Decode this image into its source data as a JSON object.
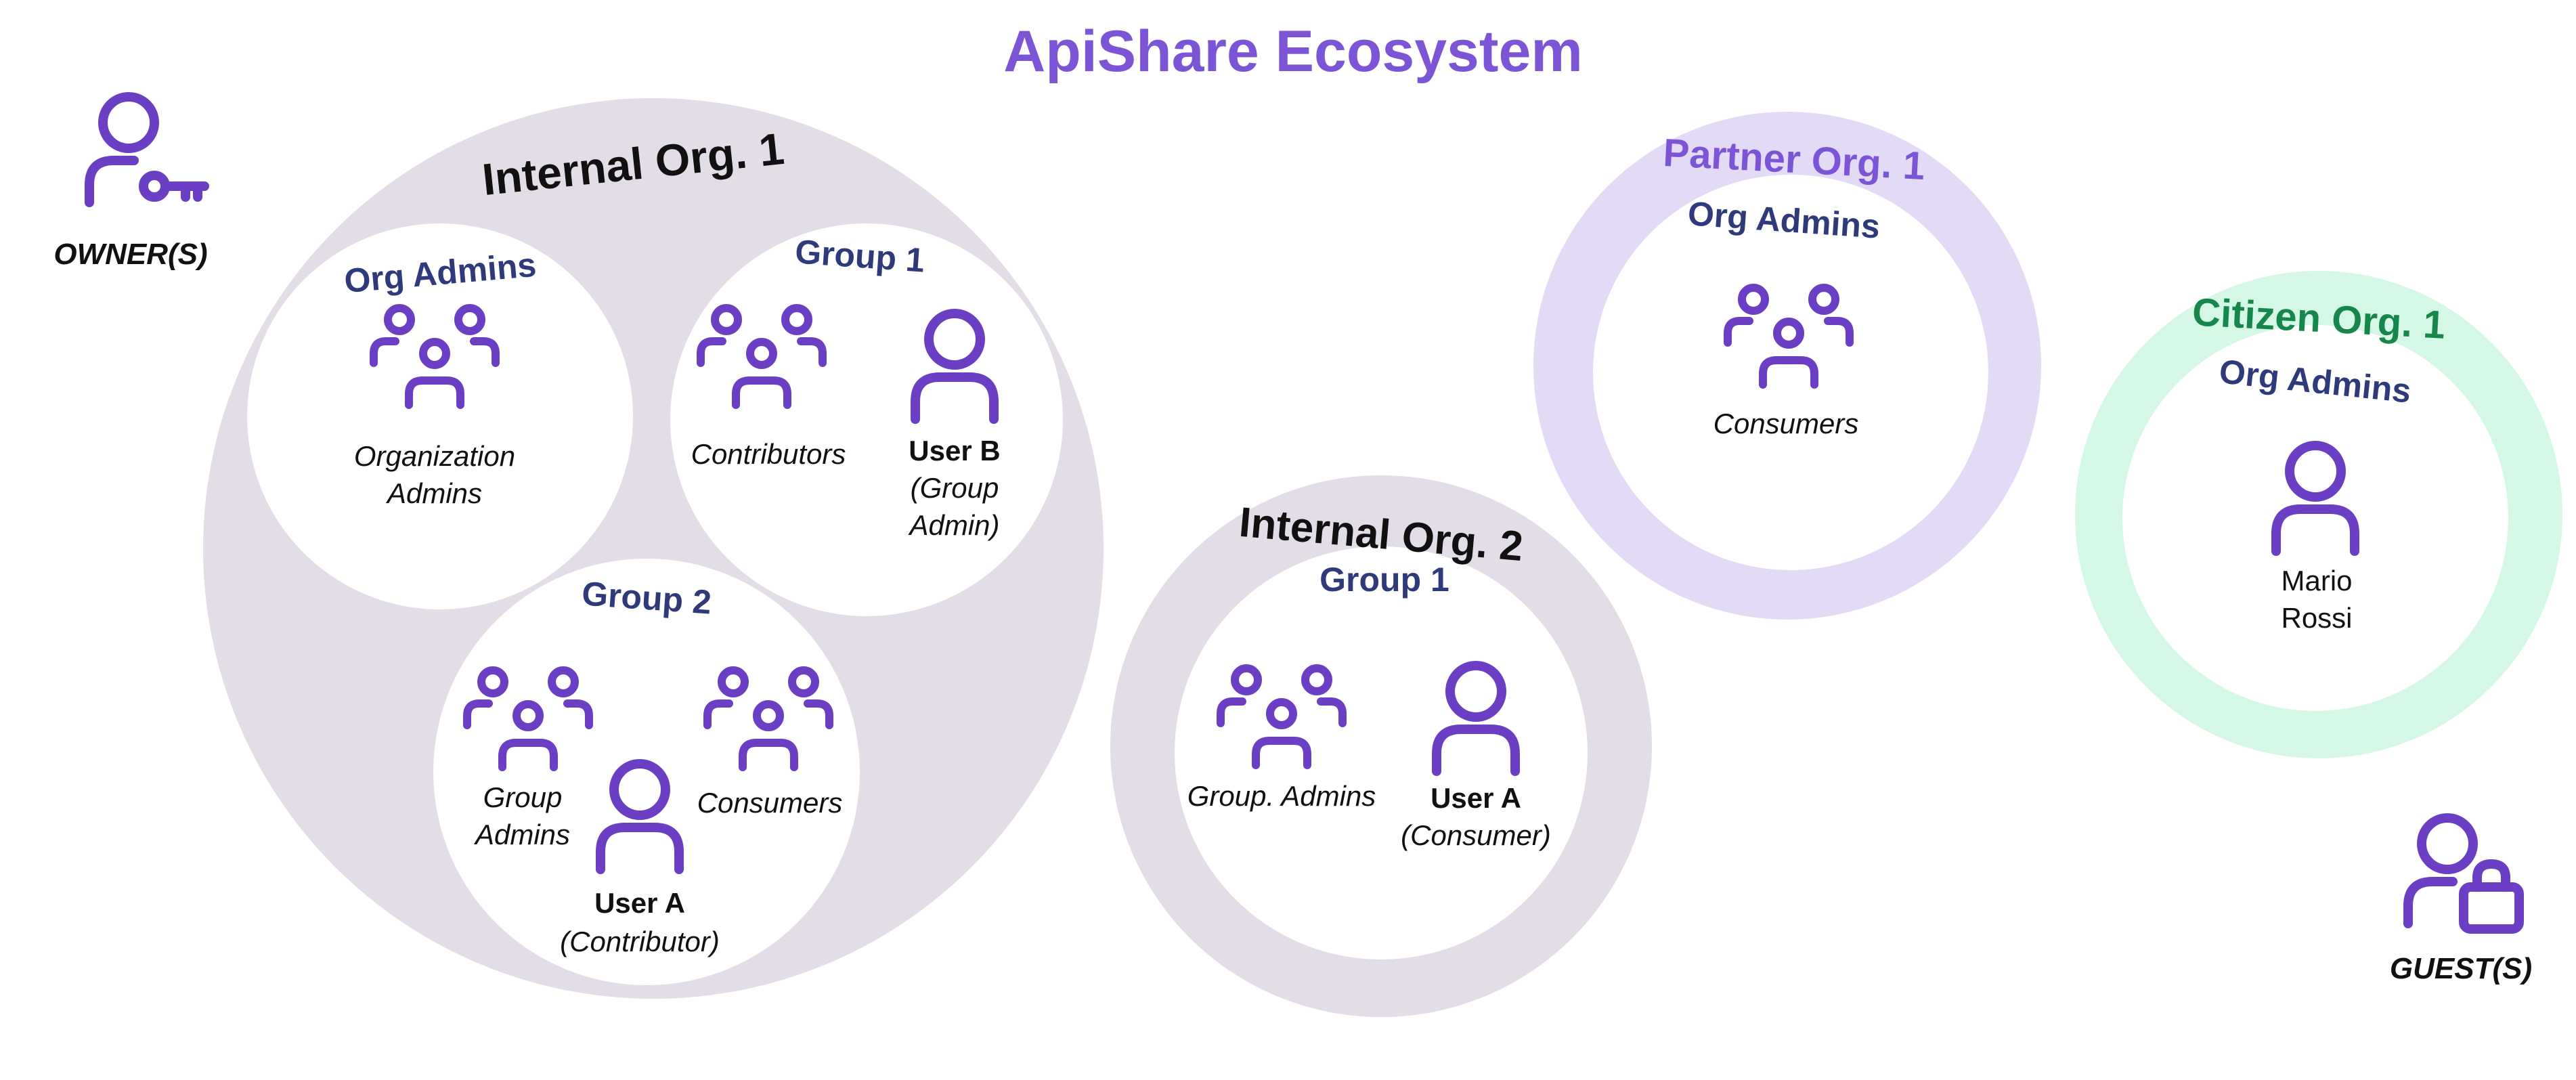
{
  "title": "ApiShare Ecosystem",
  "colors": {
    "accent": "#7b55d6",
    "icon": "#6a3fc4",
    "navy": "#2f3a7a",
    "green": "#17864a",
    "text": "#111111",
    "gray_ring": "#e2dde6",
    "lavender_ring": "#e3daf6",
    "mint_ring": "#d4f7e6"
  },
  "legend": {
    "owner_label": "OWNER(S)",
    "owner_icon": "person-key-icon",
    "guest_label": "GUEST(S)",
    "guest_icon": "person-lock-icon"
  },
  "internal_org_1": {
    "title": "Internal Org. 1",
    "org_admins": {
      "title": "Org Admins",
      "label_line1": "Organization",
      "label_line2": "Admins"
    },
    "group_1": {
      "title": "Group 1",
      "contributors": "Contributors",
      "user_name": "User B",
      "user_role_line1": "(Group",
      "user_role_line2": "Admin)"
    },
    "group_2": {
      "title": "Group 2",
      "group_admins_line1": "Group",
      "group_admins_line2": "Admins",
      "consumers": "Consumers",
      "user_name": "User A",
      "user_role": "(Contributor)"
    }
  },
  "internal_org_2": {
    "title": "Internal Org. 2",
    "group_1": {
      "title": "Group 1",
      "group_admins": "Group. Admins",
      "user_name": "User A",
      "user_role": "(Consumer)"
    }
  },
  "partner_org_1": {
    "title": "Partner Org. 1",
    "org_admins": {
      "title": "Org Admins",
      "consumers": "Consumers"
    }
  },
  "citizen_org_1": {
    "title": "Citizen Org. 1",
    "org_admins": {
      "title": "Org Admins",
      "user_line1": "Mario",
      "user_line2": "Rossi"
    }
  }
}
